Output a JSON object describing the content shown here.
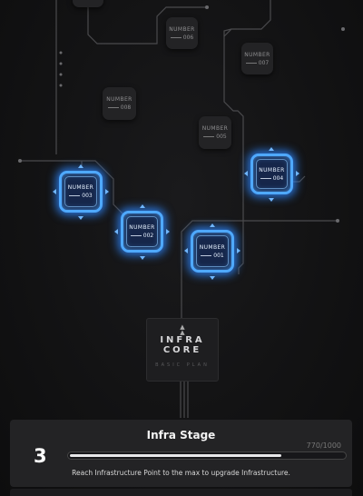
{
  "nodes": [
    {
      "id": "node_top",
      "label": "",
      "number": ""
    },
    {
      "id": "node_006",
      "label": "NUMBER",
      "number": "006"
    },
    {
      "id": "node_007",
      "label": "NUMBER",
      "number": "007"
    },
    {
      "id": "node_008",
      "label": "NUMBER",
      "number": "008"
    },
    {
      "id": "node_005",
      "label": "NUMBER",
      "number": "005"
    },
    {
      "id": "node_004",
      "label": "NUMBER",
      "number": "004"
    },
    {
      "id": "node_003",
      "label": "NUMBER",
      "number": "003"
    },
    {
      "id": "node_002",
      "label": "NUMBER",
      "number": "002"
    },
    {
      "id": "node_001",
      "label": "NUMBER",
      "number": "001"
    }
  ],
  "core": {
    "line1": "INFRA",
    "line2": "CORE",
    "subtitle": "BASIC  PLAN"
  },
  "panel": {
    "title": "Infra Stage",
    "stage": "3",
    "progress_text": "770/1000",
    "progress": 0.77,
    "description": "Reach Infrastructure Point to the max to upgrade Infrastructure."
  },
  "colors": {
    "active_glow": "#2e87ff",
    "active_border": "#4fa9ff",
    "node_bg": "#232325",
    "background": "#121213"
  }
}
